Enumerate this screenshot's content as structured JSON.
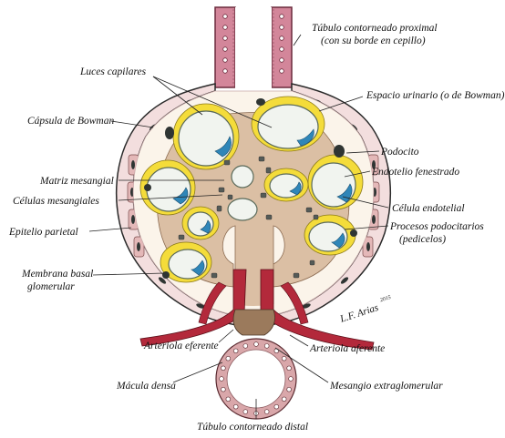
{
  "labels": {
    "tubulo_proximal_1": "Túbulo contorneado proximal",
    "tubulo_proximal_2": "(con su borde en cepillo)",
    "luces_capilares": "Luces capilares",
    "espacio_urinario": "Espacio urinario (o de Bowman)",
    "capsula_bowman": "Cápsula de Bowman",
    "podocito": "Podocito",
    "matriz_mesangial": "Matriz mesangial",
    "endotelio_fenestrado": "Endotelio fenestrado",
    "celulas_mesangiales": "Células mesangiales",
    "celula_endotelial": "Célula endotelial",
    "epitelio_parietal": "Epitelio parietal",
    "procesos_podocitarios_1": "Procesos podocitarios",
    "procesos_podocitarios_2": "(pedicelos)",
    "membrana_basal_1": "Membrana basal",
    "membrana_basal_2": "glomerular",
    "arteriola_eferente": "Arteriola eferente",
    "arteriola_aferente": "Arteriola aferente",
    "macula_densa": "Mácula densa",
    "mesangio_extraglomerular": "Mesangio extraglomerular",
    "tubulo_distal": "Túbulo contorneado distal"
  },
  "signature": {
    "name": "L.F. Arias",
    "year": "2015"
  },
  "colors": {
    "capsule_fill": "#f3dede",
    "capsule_cell": "#e4b8b8",
    "urinary_space": "#fbf4ea",
    "podocyte_yellow": "#f4dc3a",
    "capillary_lumen": "#f1f4ef",
    "endothelial_blue": "#2f86b8",
    "mesangium": "#dbbfa4",
    "arteriole_red": "#b3293b",
    "nucleus_dark": "#2f3533",
    "tubule_pink": "#d9a7aa"
  }
}
